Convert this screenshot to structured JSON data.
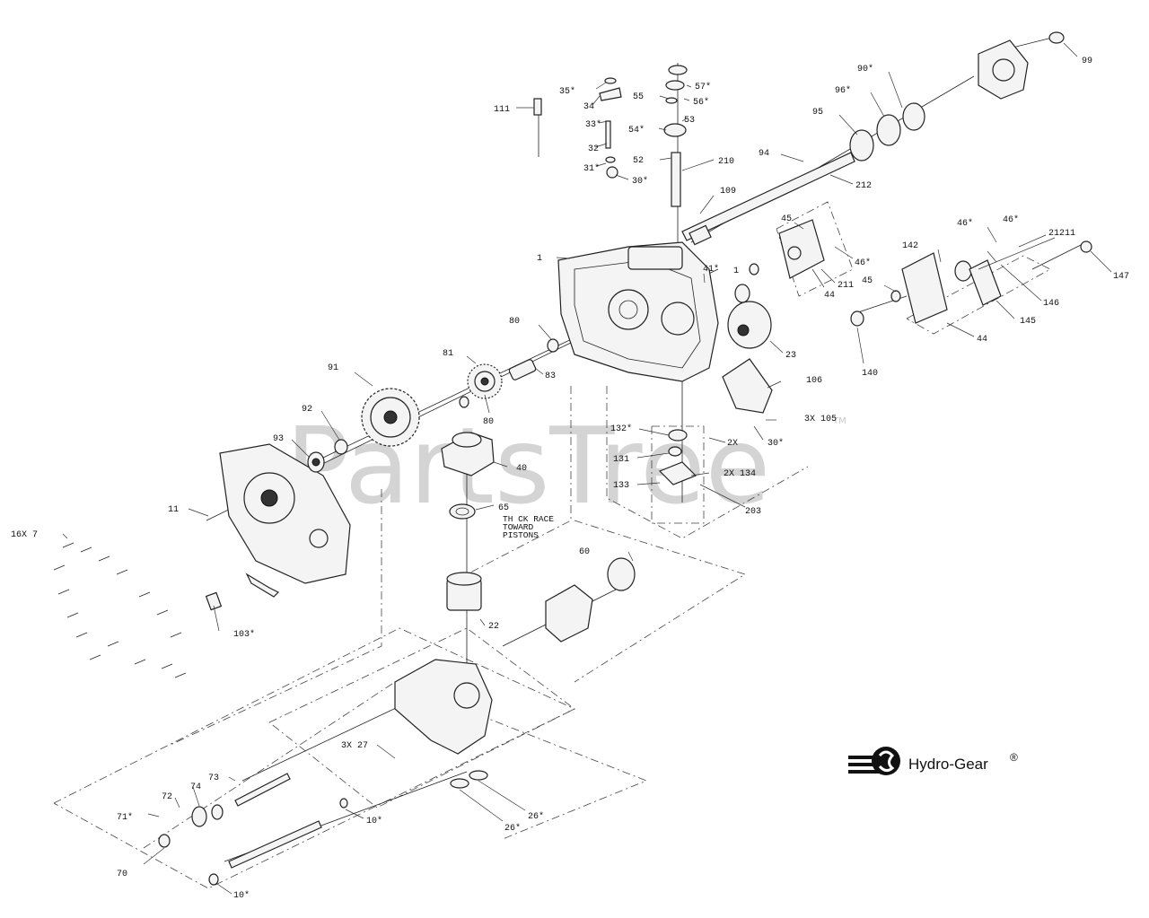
{
  "watermark": {
    "text": "PartsTree",
    "trademark": "TM"
  },
  "brand": {
    "name": "Hydro-Gear",
    "registered": "®"
  },
  "note": {
    "lines": [
      "TH CK RACE",
      "TOWARD",
      "PISTONS"
    ]
  },
  "callouts": [
    "1",
    "1",
    "3X 105",
    "10*",
    "10*",
    "103*",
    "106",
    "109",
    "11",
    "111",
    "131",
    "132*",
    "133",
    "140",
    "142",
    "145",
    "146",
    "147",
    "16X 7",
    "2X",
    "2X 134",
    "203",
    "21",
    "210",
    "211",
    "211",
    "212",
    "22",
    "23",
    "26*",
    "26*",
    "3X 27",
    "30*",
    "30*",
    "31*",
    "32",
    "33*",
    "34",
    "35*",
    "40",
    "41*",
    "44",
    "44",
    "45",
    "45",
    "46*",
    "46*",
    "46*",
    "52",
    "53",
    "54*",
    "55",
    "56*",
    "57*",
    "60",
    "65",
    "70",
    "71*",
    "72",
    "73",
    "74",
    "80",
    "80",
    "81",
    "83",
    "90*",
    "91",
    "92",
    "93",
    "94",
    "95",
    "96*",
    "99"
  ]
}
